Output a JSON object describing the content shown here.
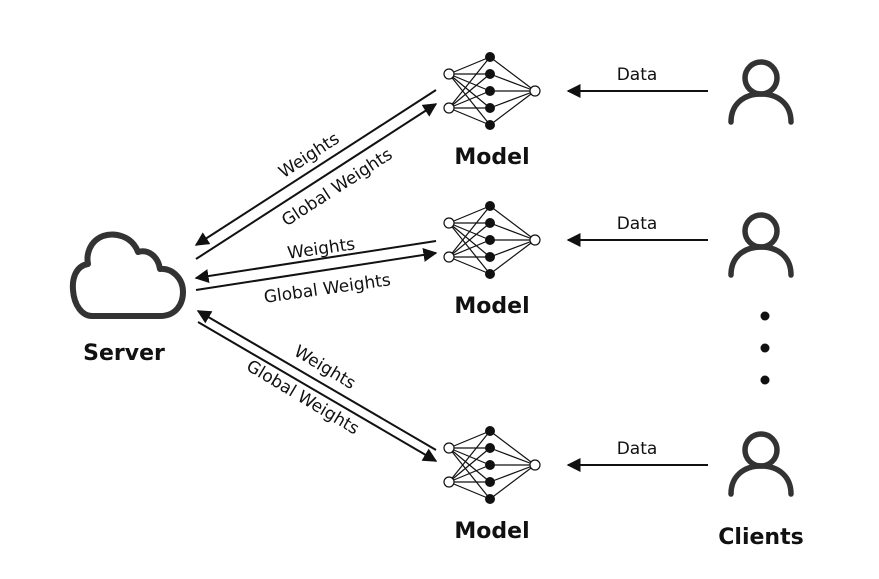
{
  "diagram": {
    "server": {
      "label": "Server",
      "icon": "cloud-icon"
    },
    "models": [
      {
        "label": "Model",
        "icon": "neural-network-icon"
      },
      {
        "label": "Model",
        "icon": "neural-network-icon"
      },
      {
        "label": "Model",
        "icon": "neural-network-icon"
      }
    ],
    "clients": {
      "label": "Clients",
      "icon": "user-icon",
      "ellipsis": "vertical-ellipsis"
    },
    "edges": {
      "upload_label": "Weights",
      "download_label": "Global Weights",
      "data_label": "Data"
    },
    "colors": {
      "stroke": "#111111",
      "icon": "#333333",
      "background": "#ffffff"
    }
  }
}
